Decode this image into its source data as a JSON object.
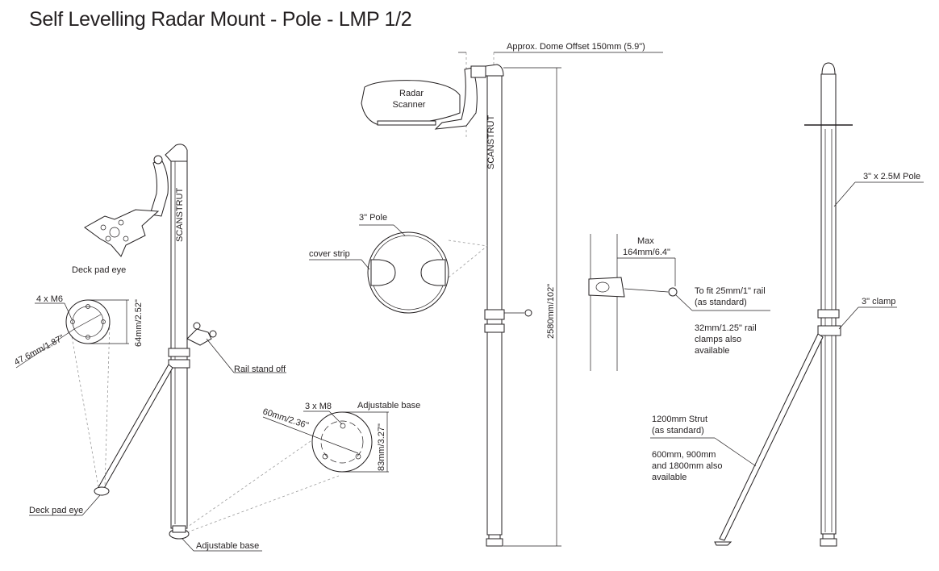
{
  "title": "Self Levelling Radar Mount - Pole - LMP 1/2",
  "views": {
    "left": {
      "deck_pad_eye_heading": "Deck pad eye",
      "deck_pad_bolts": "4 x M6",
      "deck_pad_pcd": "47.6mm/1.87\"",
      "deck_pad_diameter": "64mm/2.52\"",
      "rail_stand_off": "Rail stand off",
      "deck_pad_eye": "Deck pad eye",
      "adjustable_base": "Adjustable base",
      "base_heading": "Adjustable base",
      "base_bolts": "3 x M8",
      "base_pcd": "60mm/2.36\"",
      "base_diameter": "83mm/3.27\""
    },
    "middle": {
      "dome_offset": "Approx. Dome Offset   150mm (5.9\")",
      "radar_scanner_line1": "Radar",
      "radar_scanner_line2": "Scanner",
      "pole_section": "3\" Pole",
      "cover_strip": "cover strip",
      "height": "2580mm/102\"",
      "brand_mark": "SCANSTRUT"
    },
    "rail": {
      "max_label": "Max",
      "max_value": "164mm/6.4\"",
      "fit_line1": "To fit 25mm/1\" rail",
      "fit_line2": "(as standard)",
      "alt_line1": "32mm/1.25\" rail",
      "alt_line2": "clamps also",
      "alt_line3": "available"
    },
    "right": {
      "pole_label": "3\" x 2.5M Pole",
      "clamp_label": "3\" clamp",
      "strut_line1": "1200mm Strut",
      "strut_line2": "(as standard)",
      "strut_alt1": "600mm, 900mm",
      "strut_alt2": "and 1800mm also",
      "strut_alt3": "available"
    }
  }
}
